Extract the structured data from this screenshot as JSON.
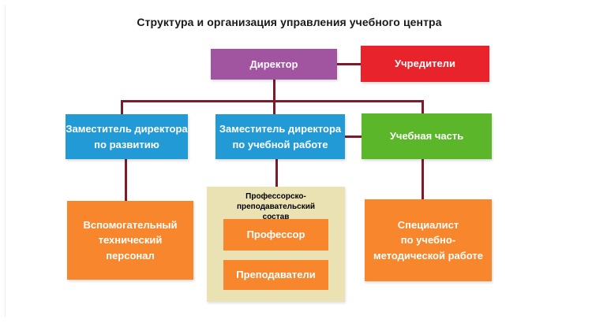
{
  "title": "Структура и организация управления учебного центра",
  "palette": {
    "director_fill": "#a1549f",
    "founders_fill": "#e8232b",
    "deputy_fill": "#229ad6",
    "academic_unit_fill": "#5bb729",
    "staff_fill": "#f8862c",
    "faculty_group_fill": "#eae2b3",
    "connector_line": "#7b1b2b",
    "node_text": "#ffffff",
    "title_text": "#1a1a1a",
    "group_label_text": "#000000"
  },
  "nodes": {
    "director": {
      "label": "Директор"
    },
    "founders": {
      "label": "Учредители"
    },
    "deputy_development": {
      "label": "Заместитель директора\nпо развитию"
    },
    "deputy_academic": {
      "label": "Заместитель директора\nпо учебной работе"
    },
    "academic_unit": {
      "label": "Учебная часть"
    },
    "support_staff": {
      "label": "Вспомогательный\nтехнический\nперсонал"
    },
    "faculty_group": {
      "label": "Профессорско-преподавательский\nсостав"
    },
    "professor": {
      "label": "Профессор"
    },
    "teachers": {
      "label": "Преподаватели"
    },
    "method_specialist": {
      "label": "Специалист\nпо учебно-\nметодической работе"
    }
  }
}
